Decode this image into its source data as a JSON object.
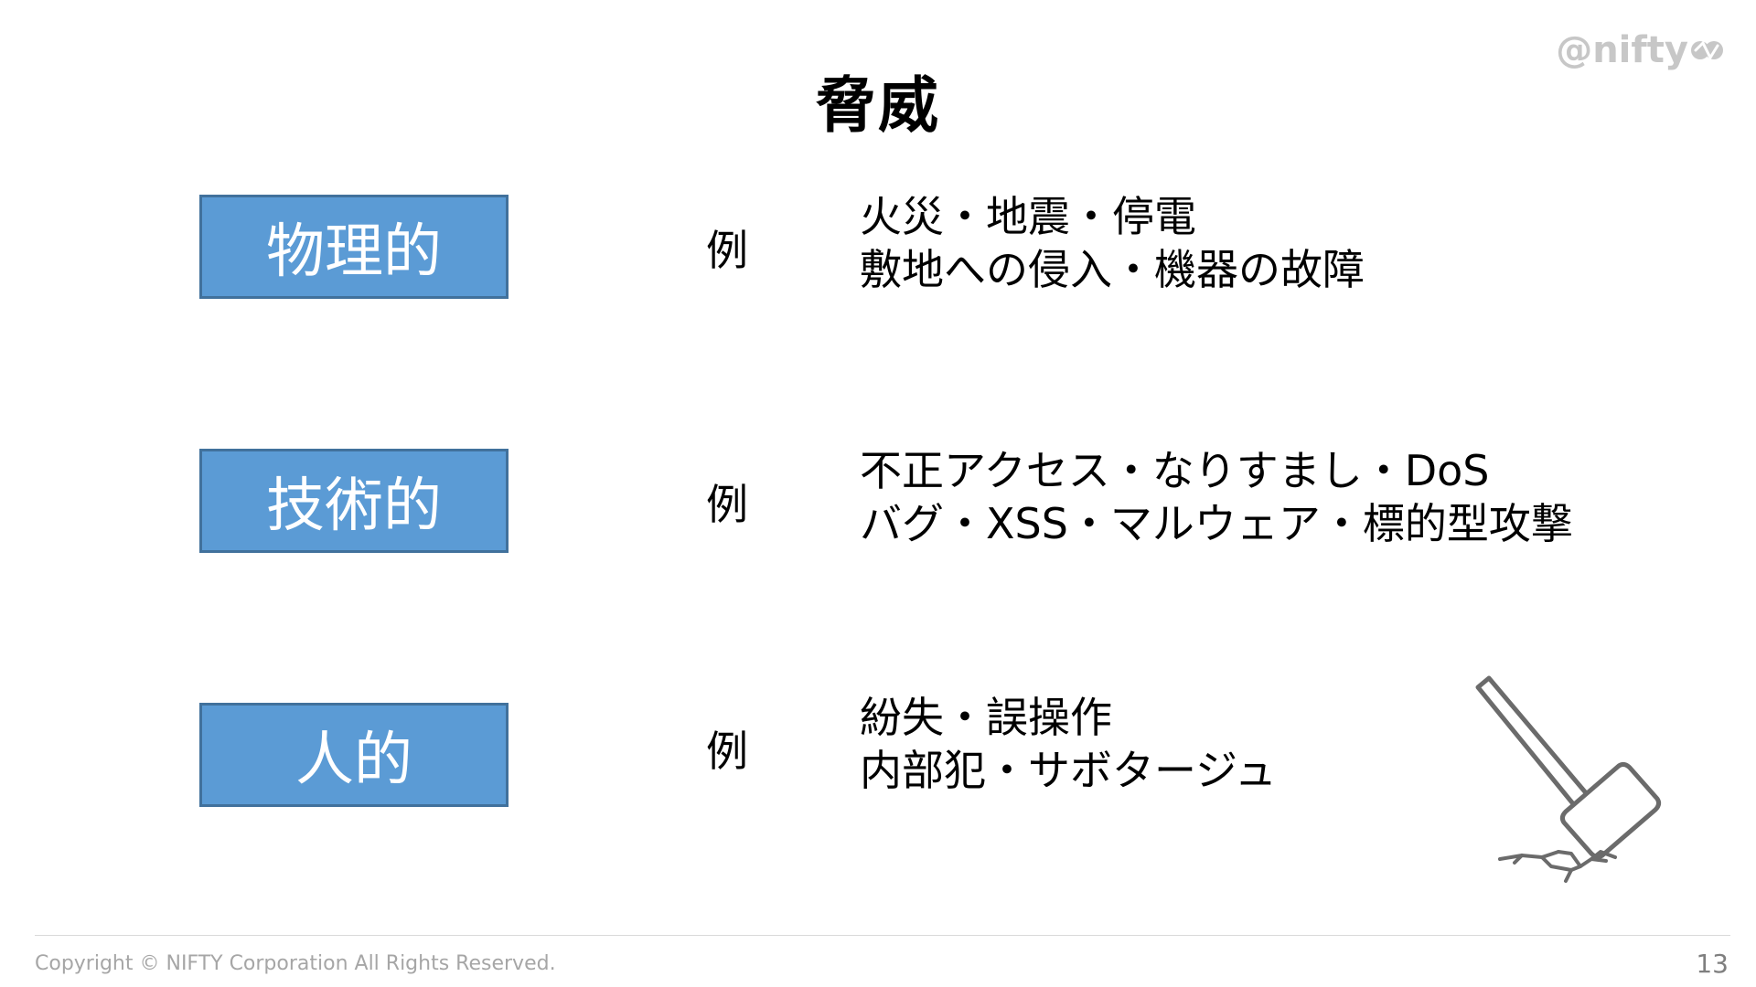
{
  "header": {
    "logo_text": "@nifty",
    "title": "脅威"
  },
  "categories": [
    {
      "label": "物理的",
      "example_label": "例",
      "examples": [
        "火災・地震・停電",
        "敷地への侵入・機器の故障"
      ]
    },
    {
      "label": "技術的",
      "example_label": "例",
      "examples": [
        "不正アクセス・なりすまし・DoS",
        "バグ・XSS・マルウェア・標的型攻撃"
      ]
    },
    {
      "label": "人的",
      "example_label": "例",
      "examples": [
        "紛失・誤操作",
        "内部犯・サボタージュ"
      ]
    }
  ],
  "footer": {
    "copyright": "Copyright © NIFTY Corporation All Rights Reserved.",
    "page_number": "13"
  },
  "colors": {
    "box_fill": "#5b9bd5",
    "box_border": "#41719c",
    "logo": "#c7c7c7"
  },
  "icons": {
    "illustration": "hammer-icon",
    "logo_mark": "nifty-logo-mark-icon"
  }
}
